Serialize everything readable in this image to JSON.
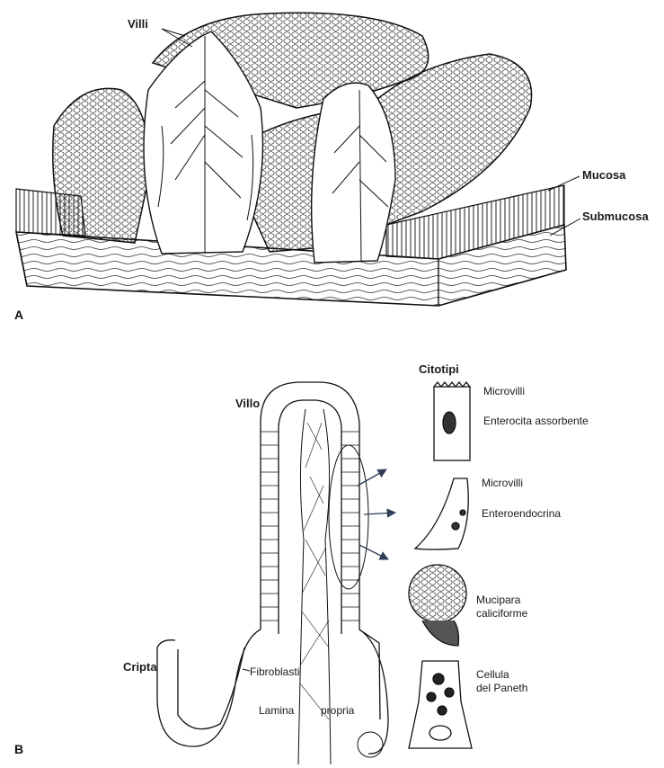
{
  "panel_a": {
    "letter": "A",
    "labels": {
      "villi": "Villi",
      "mucosa": "Mucosa",
      "submucosa": "Submucosa"
    }
  },
  "panel_b": {
    "letter": "B",
    "labels": {
      "villo": "Villo",
      "cripta": "Cripta",
      "fibroblasti": "Fibroblasti",
      "lamina": "Lamina",
      "propria": "propria"
    },
    "citotipi": {
      "title": "Citotipi",
      "cells": [
        {
          "lines": [
            "Microvilli",
            "Enterocita assorbente"
          ]
        },
        {
          "lines": [
            "Microvilli",
            "Enteroendocrina"
          ]
        },
        {
          "lines": [
            "Mucipara",
            "caliciforme"
          ]
        },
        {
          "lines": [
            "Cellula",
            "del Paneth"
          ]
        }
      ]
    }
  },
  "colors": {
    "ink": "#1a1a1a",
    "paper": "#ffffff",
    "arrow": "#2f3e57"
  }
}
